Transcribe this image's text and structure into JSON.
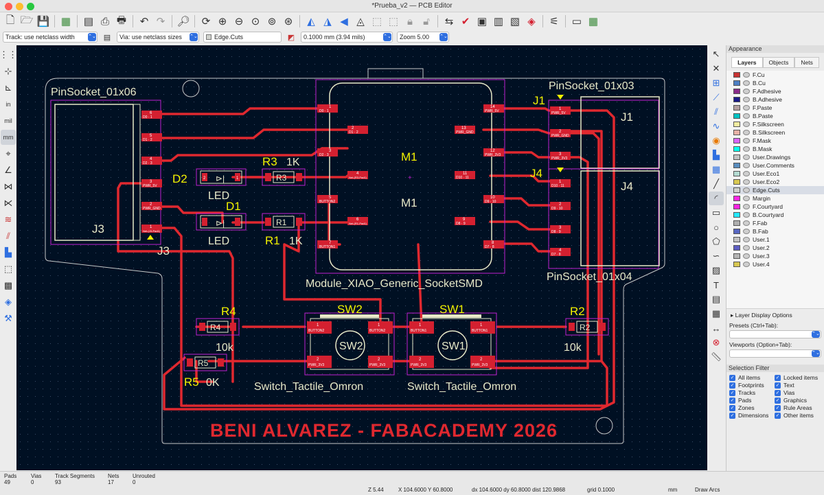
{
  "window": {
    "title": "*Prueba_v2 — PCB Editor"
  },
  "toolbar2": {
    "track": "Track: use netclass width",
    "via": "Via: use netclass sizes",
    "layer": "Edge.Cuts",
    "grid": "0.1000 mm (3.94 mils)",
    "zoom": "Zoom 5.00"
  },
  "left_tools": [
    "grid-icon",
    "polar-icon",
    "ruler-icon",
    "inch-icon",
    "mil-icon",
    "mm-icon",
    "cursor-icon",
    "angle-icon",
    "ratsnest-icon",
    "net-icon",
    "highlight-icon",
    "track-icon",
    "zone-icon",
    "via-icon",
    "pad-icon",
    "layers-icon",
    "settings-icon"
  ],
  "right_tools": [
    "select-icon",
    "cross-icon",
    "footprint-icon",
    "route-icon",
    "diffpair-icon",
    "tune-icon",
    "via-icon",
    "zone-icon",
    "rule-icon",
    "line-icon",
    "arc-icon",
    "rect-icon",
    "circle-icon",
    "polygon-icon",
    "curve-icon",
    "image-icon",
    "text-icon",
    "textbox-icon",
    "table-icon",
    "dimension-icon",
    "delete-icon",
    "measure-icon"
  ],
  "colors": {
    "track": "#e0282f",
    "board": "#001023",
    "silk": "#e8e8c8",
    "courtyard": "#c020d0",
    "label": "#f2f200",
    "edge": "#c8c8c8",
    "pad": "#d42030"
  },
  "canvas": {
    "labels": {
      "j3_ref": "PinSocket_01x06",
      "j3_name": "J3",
      "j3_name2": "J3",
      "j1_ref": "PinSocket_01x03",
      "j1_name": "J1",
      "j1_silk": "J1",
      "j4_name": "J4",
      "j4_silk": "J4",
      "j4_ref": "PinSocket_01x04",
      "m1_top": "M1",
      "m1_mid": "M1",
      "m1_ref": "Module_XIAO_Generic_SocketSMD",
      "d2": "D2",
      "d2_led": "LED",
      "d1": "D1",
      "d1_led": "LED",
      "r3": "R3",
      "r3_val": "1K",
      "r3_silk": "R3",
      "r1": "R1",
      "r1_val": "1K",
      "r1_silk": "R1",
      "r4": "R4",
      "r4_val": "10k",
      "r4_silk": "R4",
      "r5": "R5",
      "r5_val": "0K",
      "r5_silk": "R5",
      "r2": "R2",
      "r2_val": "10k",
      "r2_silk": "R2",
      "sw2": "SW2",
      "sw2_silk": "SW2",
      "sw2_ref": "Switch_Tactile_Omron",
      "sw1": "SW1",
      "sw1_silk": "SW1",
      "sw1_ref": "Switch_Tactile_Omron",
      "credit": "BENI ALVAREZ - FABACADEMY 2026"
    },
    "pads": {
      "j3_6": "6",
      "j3_6n": "D0 · 1",
      "j3_5": "5",
      "j3_5n": "D1 · 2",
      "j3_4": "4",
      "j3_4n": "D2 · 3",
      "j3_3": "3",
      "j3_3n": "PWR_5V",
      "j3_2": "2",
      "j3_2n": "PWR_GND",
      "j3_1": "1",
      "j3_1n": "Net-(J3-Pad1)",
      "m1_1": "1",
      "m1_1n": "D0 · 1",
      "m1_2": "2",
      "m1_2n": "D1 · 2",
      "m1_3": "3",
      "m1_3n": "D2 · 3",
      "m1_4": "4",
      "m1_4n": "Net-(R3-Pad1)",
      "m1_5": "5",
      "m1_5n": "BUTTON2",
      "m1_6": "6",
      "m1_6n": "Net-(R1-Pad1)",
      "m1_7": "7",
      "m1_7n": "BUTTON1",
      "m1_14": "14",
      "m1_14n": "PWR_5V",
      "m1_13": "13",
      "m1_13n": "PWR_GND",
      "m1_12": "12",
      "m1_12n": "PWR_3V3",
      "m1_11": "11",
      "m1_11n": "D10 · 11",
      "m1_10": "10",
      "m1_10n": "D9 · 10",
      "m1_9": "9",
      "m1_9n": "D8 · 9",
      "m1_8": "8",
      "m1_8n": "D7 · 8",
      "j1_1": "1",
      "j1_1n": "PWR_5V",
      "j1_2": "2",
      "j1_2n": "PWR_GND",
      "j1_3": "3",
      "j1_3n": "PWR_3V3",
      "j4_1": "1",
      "j4_1n": "D10 · 11",
      "j4_2": "2",
      "j4_2n": "D9 · 10",
      "j4_3": "3",
      "j4_3n": "D8 · 9",
      "j4_4": "4",
      "j4_4n": "D7 · 8",
      "sw2_1": "1",
      "sw2_1n": "BUTTON2",
      "sw2_1b": "1",
      "sw2_1bn": "BUTTON2",
      "sw2_2": "2",
      "sw2_2n": "PWR_3V3",
      "sw2_2b": "2",
      "sw2_2bn": "PWR_3V3",
      "sw1_1": "1",
      "sw1_1n": "BUTTON1",
      "sw1_1b": "1",
      "sw1_1bn": "BUTTON1",
      "sw1_2": "2",
      "sw1_2n": "PWR_3V3",
      "sw1_2b": "2",
      "sw1_2bn": "PWR_3V3",
      "r_1": "1",
      "r_2": "2"
    }
  },
  "appearance": {
    "title": "Appearance",
    "tabs": [
      "Layers",
      "Objects",
      "Nets"
    ],
    "layers": [
      {
        "name": "F.Cu",
        "color": "#c83434"
      },
      {
        "name": "B.Cu",
        "color": "#4d7fc4"
      },
      {
        "name": "F.Adhesive",
        "color": "#8a2c8a"
      },
      {
        "name": "B.Adhesive",
        "color": "#1a1a88"
      },
      {
        "name": "F.Paste",
        "color": "#b4a0a0"
      },
      {
        "name": "B.Paste",
        "color": "#00c2c2"
      },
      {
        "name": "F.Silkscreen",
        "color": "#f2eda1"
      },
      {
        "name": "B.Silkscreen",
        "color": "#e8b2a7"
      },
      {
        "name": "F.Mask",
        "color": "#d864ff"
      },
      {
        "name": "B.Mask",
        "color": "#02ffee"
      },
      {
        "name": "User.Drawings",
        "color": "#c2c2c2"
      },
      {
        "name": "User.Comments",
        "color": "#598dbe"
      },
      {
        "name": "User.Eco1",
        "color": "#b4dbd2"
      },
      {
        "name": "User.Eco2",
        "color": "#d8c852"
      },
      {
        "name": "Edge.Cuts",
        "color": "#d0d2cd"
      },
      {
        "name": "Margin",
        "color": "#ff26e2"
      },
      {
        "name": "F.Courtyard",
        "color": "#ff26e2"
      },
      {
        "name": "B.Courtyard",
        "color": "#26e9ff"
      },
      {
        "name": "F.Fab",
        "color": "#afafaf"
      },
      {
        "name": "B.Fab",
        "color": "#5867c2"
      },
      {
        "name": "User.1",
        "color": "#c2c2c2"
      },
      {
        "name": "User.2",
        "color": "#5e5ec2"
      },
      {
        "name": "User.3",
        "color": "#b4b4b4"
      },
      {
        "name": "User.4",
        "color": "#d8c852"
      }
    ],
    "layer_display": "Layer Display Options",
    "presets_label": "Presets (Ctrl+Tab):",
    "viewports_label": "Viewports (Option+Tab):",
    "selection_filter": "Selection Filter",
    "filters": [
      {
        "label": "All items"
      },
      {
        "label": "Locked items"
      },
      {
        "label": "Footprints"
      },
      {
        "label": "Text"
      },
      {
        "label": "Tracks"
      },
      {
        "label": "Vias"
      },
      {
        "label": "Pads"
      },
      {
        "label": "Graphics"
      },
      {
        "label": "Zones"
      },
      {
        "label": "Rule Areas"
      },
      {
        "label": "Dimensions"
      },
      {
        "label": "Other items"
      }
    ]
  },
  "status": {
    "pads_label": "Pads",
    "pads": "49",
    "vias_label": "Vias",
    "vias": "0",
    "tracks_label": "Track Segments",
    "tracks": "93",
    "nets_label": "Nets",
    "nets": "17",
    "unrouted_label": "Unrouted",
    "unrouted": "0",
    "z": "Z 5.44",
    "xy": "X 104.6000  Y 60.8000",
    "dxy": "dx 104.6000  dy 60.8000  dist 120.9868",
    "grid": "grid 0.1000",
    "units": "mm",
    "mode": "Draw Arcs"
  }
}
